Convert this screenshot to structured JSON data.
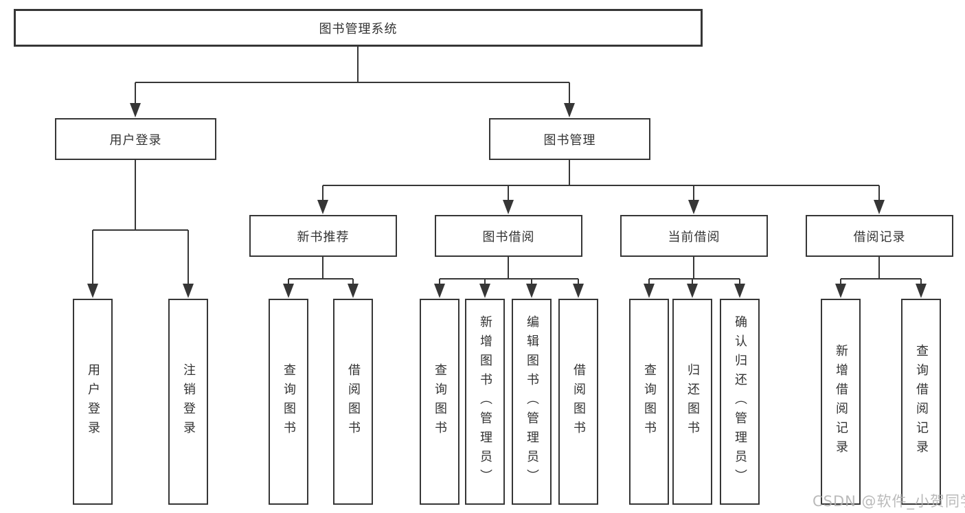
{
  "diagram": {
    "type": "hierarchy-tree",
    "root": {
      "label": "图书管理系统"
    },
    "level2": [
      {
        "label": "用户登录"
      },
      {
        "label": "图书管理"
      }
    ],
    "level3": [
      {
        "parent": "图书管理",
        "label": "新书推荐"
      },
      {
        "parent": "图书管理",
        "label": "图书借阅"
      },
      {
        "parent": "图书管理",
        "label": "当前借阅"
      },
      {
        "parent": "图书管理",
        "label": "借阅记录"
      }
    ],
    "leaves": [
      {
        "parent": "用户登录",
        "label": "用户登录"
      },
      {
        "parent": "用户登录",
        "label": "注销登录"
      },
      {
        "parent": "新书推荐",
        "label": "查询图书"
      },
      {
        "parent": "新书推荐",
        "label": "借阅图书"
      },
      {
        "parent": "图书借阅",
        "label": "查询图书"
      },
      {
        "parent": "图书借阅",
        "label": "新增图书（管理员）"
      },
      {
        "parent": "图书借阅",
        "label": "编辑图书（管理员）"
      },
      {
        "parent": "图书借阅",
        "label": "借阅图书"
      },
      {
        "parent": "当前借阅",
        "label": "查询图书"
      },
      {
        "parent": "当前借阅",
        "label": "归还图书"
      },
      {
        "parent": "当前借阅",
        "label": "确认归还（管理员）"
      },
      {
        "parent": "借阅记录",
        "label": "新增借阅记录"
      },
      {
        "parent": "借阅记录",
        "label": "查询借阅记录"
      }
    ],
    "watermark": "CSDN @软件_小贺同学",
    "colors": {
      "line": "#363636",
      "box_border": "#363636",
      "text": "#333333",
      "background": "#ffffff",
      "watermark": "#b0b0b0"
    }
  }
}
